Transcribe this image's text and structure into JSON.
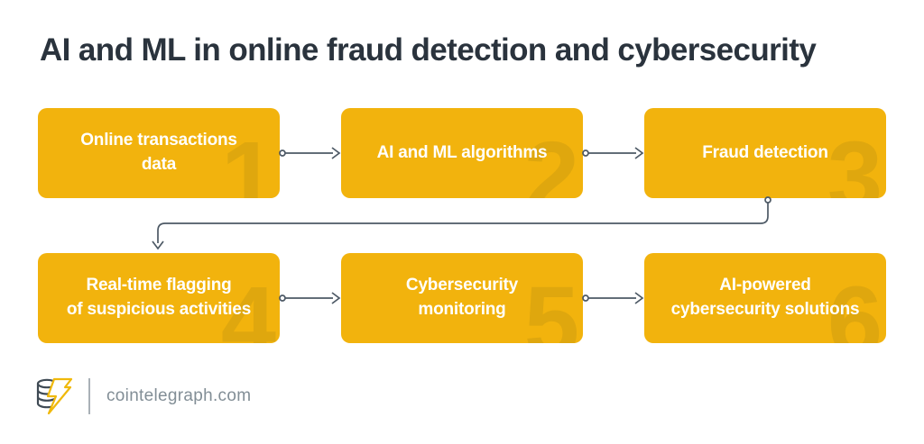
{
  "title": "AI and ML in online fraud detection and cybersecurity",
  "colors": {
    "box": "#F2B30D",
    "number": "#DFA70E",
    "line": "#4D5965",
    "title": "#2A333D",
    "footer_text": "#828E96",
    "logo_bolt": "#F0B90B",
    "logo_coins": "#3F4A54"
  },
  "diagram": {
    "boxes": [
      {
        "number": "1",
        "line1": "Online transactions",
        "line2": "data"
      },
      {
        "number": "2",
        "line1": "AI and ML algorithms",
        "line2": ""
      },
      {
        "number": "3",
        "line1": "Fraud detection",
        "line2": ""
      },
      {
        "number": "4",
        "line1": "Real-time flagging",
        "line2": "of suspicious activities"
      },
      {
        "number": "5",
        "line1": "Cybersecurity",
        "line2": "monitoring"
      },
      {
        "number": "6",
        "line1": "AI-powered",
        "line2": "cybersecurity solutions"
      }
    ]
  },
  "footer": {
    "site": "cointelegraph.com",
    "logo": "cointelegraph-coin-stack-lightning-icon"
  }
}
